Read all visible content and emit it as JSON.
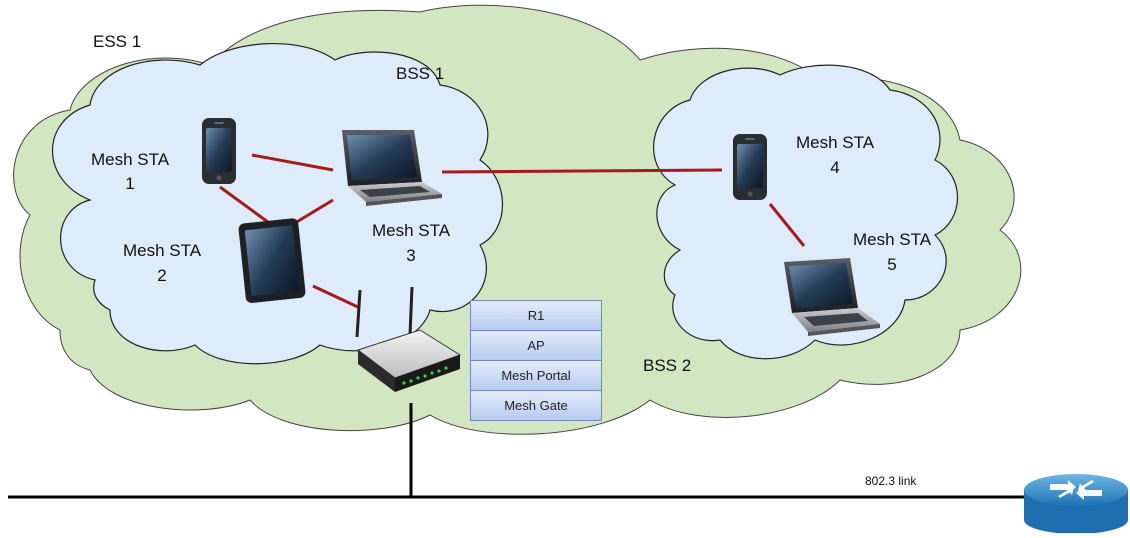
{
  "labels": {
    "ess1": "ESS 1",
    "bss1": "BSS 1",
    "bss2": "BSS 2",
    "sta1_name": "Mesh STA",
    "sta1_num": "1",
    "sta2_name": "Mesh STA",
    "sta2_num": "2",
    "sta3_name": "Mesh STA",
    "sta3_num": "3",
    "sta4_name": "Mesh STA",
    "sta4_num": "4",
    "sta5_name": "Mesh STA",
    "sta5_num": "5",
    "link": "802.3 link"
  },
  "role_stack": [
    "R1",
    "AP",
    "Mesh Portal",
    "Mesh Gate"
  ],
  "colors": {
    "ess_cloud": "#d2e6c2",
    "bss_cloud": "#deebfa",
    "cloud_stroke": "#222222",
    "mesh_link": "#a51a1a",
    "wired_link": "#000000"
  }
}
